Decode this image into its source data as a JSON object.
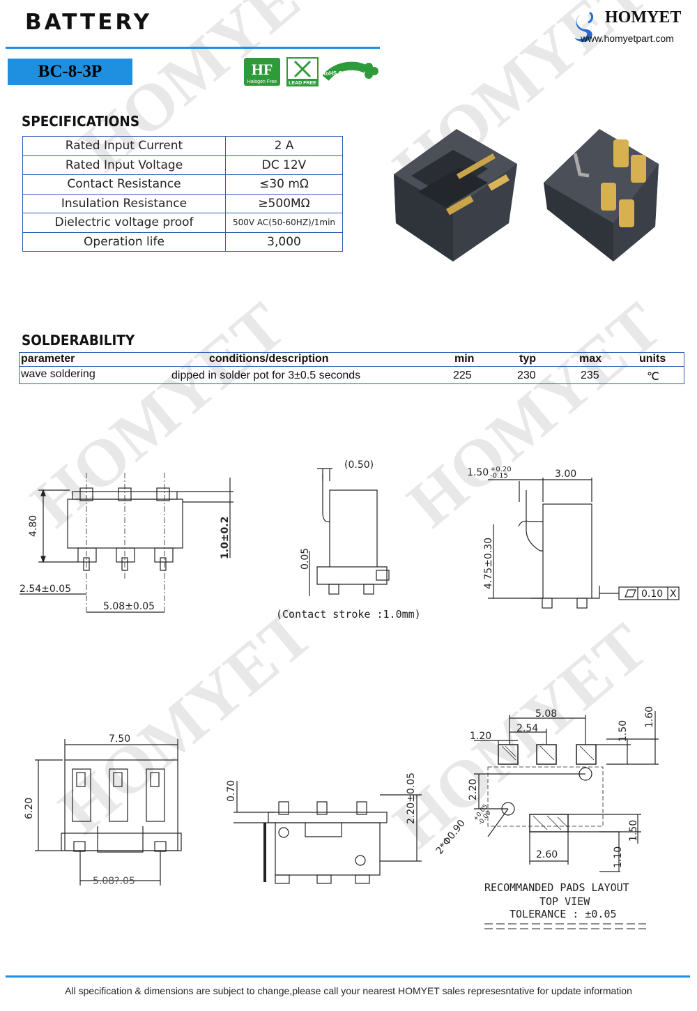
{
  "header": {
    "title": "BATTERY",
    "brand": "HOMYET",
    "website": "www.homyetpart.com",
    "model": "BC-8-3P",
    "badges": [
      "Halogen Free",
      "LEAD FREE",
      "RoHS Compliant"
    ],
    "watermark": "HOMYET"
  },
  "specifications": {
    "heading": "SPECIFICATIONS",
    "rows": [
      {
        "name": "Rated Input Current",
        "value": "2  A"
      },
      {
        "name": "Rated Input Voltage",
        "value": "DC  12V"
      },
      {
        "name": "Contact Resistance",
        "value": "≤30  mΩ"
      },
      {
        "name": "Insulation Resistance",
        "value": "≥500MΩ"
      },
      {
        "name": "Dielectric voltage proof",
        "value": "500V AC(50-60HZ)/1min"
      },
      {
        "name": "Operation life",
        "value": "3,000"
      }
    ]
  },
  "solderability": {
    "heading": "SOLDERABILITY",
    "columns": [
      "parameter",
      "conditions/description",
      "min",
      "typ",
      "max",
      "units"
    ],
    "row": [
      "wave soldering",
      "dipped in solder pot for 3±0.5 seconds",
      "225",
      "230",
      "235",
      "℃"
    ]
  },
  "drawings": {
    "front": {
      "d1": "4.80",
      "d2": "1.0±0.2",
      "d3": "2.54±0.05",
      "d4": "5.08±0.05"
    },
    "side": {
      "d1": "(0.50)",
      "d2": "0.05",
      "note": "(Contact  stroke  :1.0mm)"
    },
    "side2": {
      "d1": "1.50",
      "d1_tol_plus": "+0.20",
      "d1_tol_minus": "-0.15",
      "d2": "3.00",
      "d3": "4.75±0.30",
      "tol_value": "0.10",
      "tol_datum": "X"
    },
    "top": {
      "d1": "7.50",
      "d2": "6.20",
      "d3": "5.08?.05"
    },
    "back": {
      "d1": "0.70",
      "d2": "2.20±0.05"
    },
    "pads": {
      "d1": "5.08",
      "d2": "2.54",
      "d3": "1.20",
      "d4": "1.50",
      "d5": "1.60",
      "d6": "2.20",
      "d7": "2*Φ0.90",
      "d7_tol_plus": "+0.05",
      "d7_tol_minus": "-0.00",
      "d8": "1.50",
      "d9": "2.60",
      "d10": "1.10",
      "caption1": "RECOMMANDED  PADS  LAYOUT",
      "caption2": "TOP  VIEW",
      "caption3": "TOLERANCE  :  ±0.05"
    }
  },
  "footer": "All specification & dimensions are subject to change,please call your nearest HOMYET sales represesntative for update information"
}
